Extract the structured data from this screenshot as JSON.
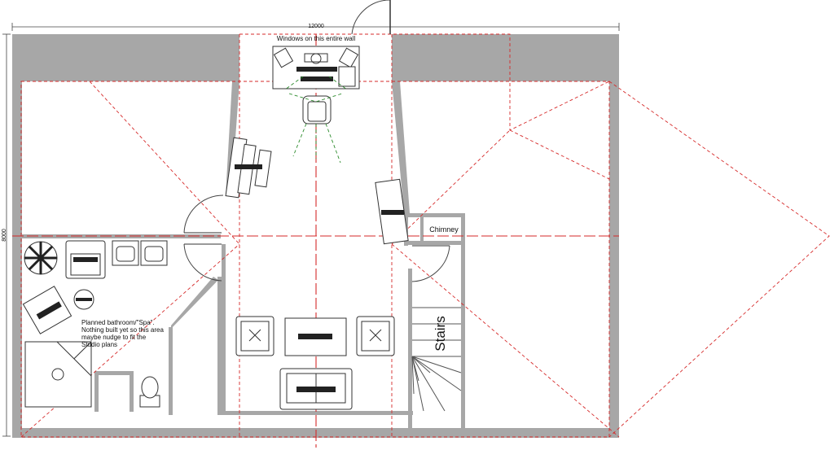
{
  "dimensions": {
    "width_label": "12000",
    "height_label": "8000"
  },
  "labels": {
    "windows_note": "Windows on this entire wall",
    "chimney": "Chimney",
    "stairs": "Stairs",
    "bathroom_note": [
      "Planned bathroom/\"Spa\".",
      "Nothing built yet so this area",
      "maybe nudge to fit the",
      "Studio plans"
    ]
  },
  "colors": {
    "wall": "#a7a7a7",
    "guide_lines": "#d62a2a",
    "camera_lines": "#2a8a2a",
    "linework": "#333333"
  }
}
